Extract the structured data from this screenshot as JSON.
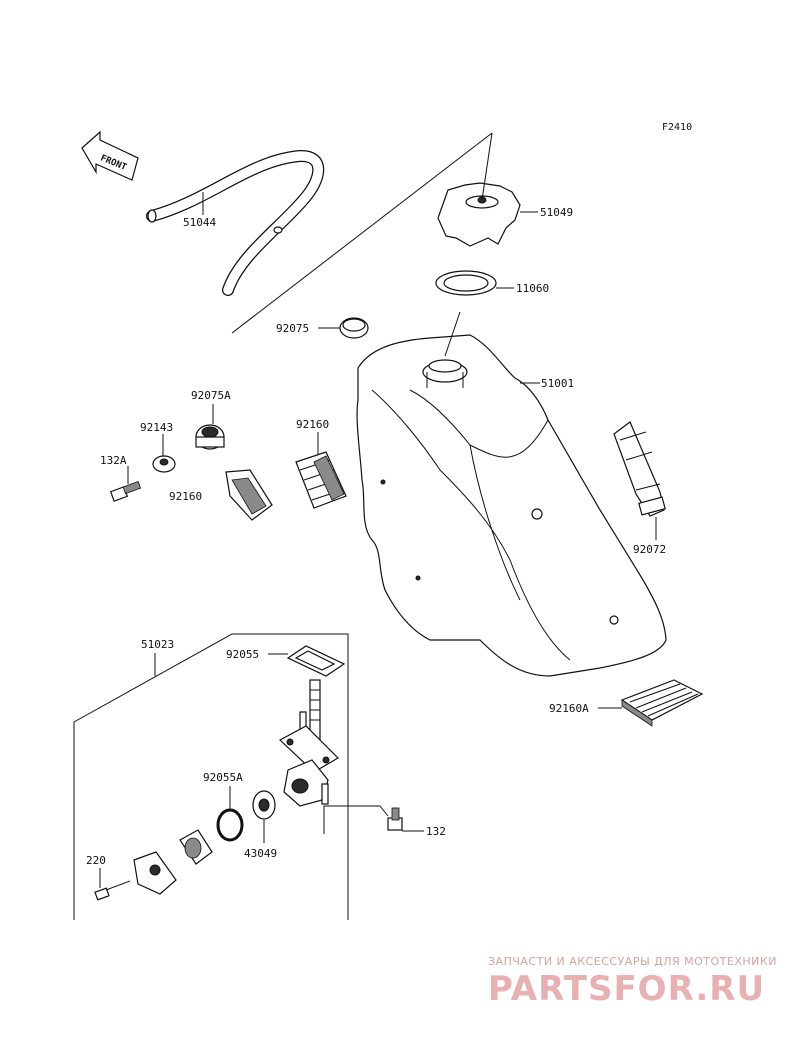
{
  "figure_code": "F2410",
  "front_label": "FRONT",
  "parts": {
    "hose": "51044",
    "cap": "51049",
    "gasket": "11060",
    "plug": "92075",
    "tank": "51001",
    "damper_a": "92075A",
    "collar": "92143",
    "bolt_132a": "132A",
    "pad_left": "92160",
    "pad_center": "92160",
    "band": "92072",
    "cock_assy": "51023",
    "cock_gasket": "92055",
    "oring": "92055A",
    "filter": "43049",
    "screw": "220",
    "bolt_132": "132",
    "pad_rear": "92160A"
  },
  "watermark": {
    "line1": "ЗАПЧАСТИ И АКСЕССУАРЫ ДЛЯ МОТОТЕХНИКИ",
    "line2": "PARTSFOR.RU"
  }
}
